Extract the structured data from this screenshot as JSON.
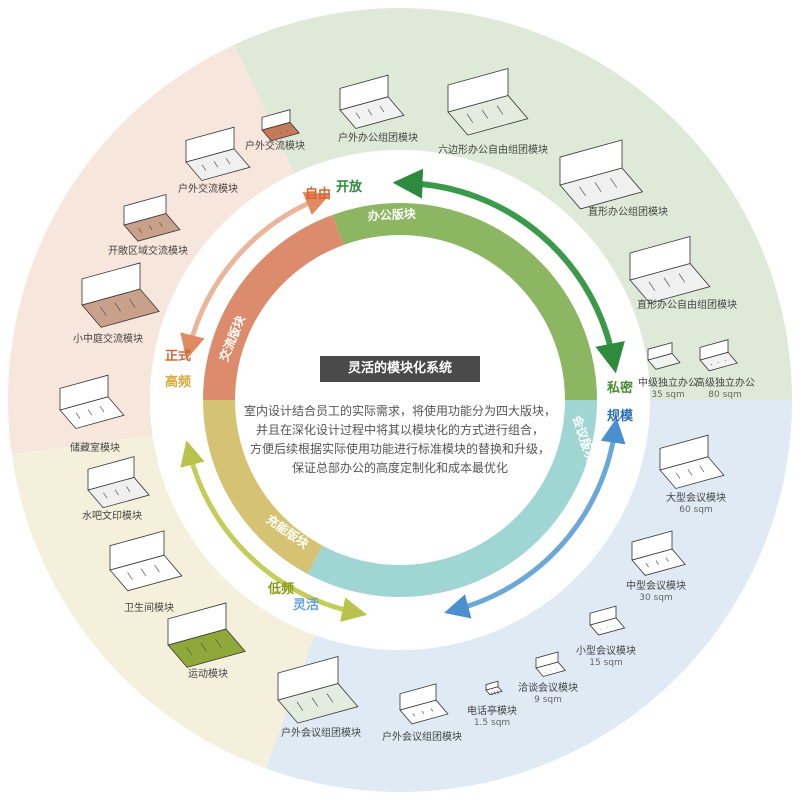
{
  "center": {
    "title": "灵活的模块化系统",
    "lines": [
      "室内设计结合员工的实际需求，将使用功能分为四大版块，",
      "并且在深化设计过程中将其以模块化的方式进行组合，",
      "方便后续根据实际使用功能进行标准模块的替换和升级，",
      "保证总部办公的高度定制化和成本最优化"
    ]
  },
  "sectors": {
    "office": "办公版块",
    "meeting": "会议版块",
    "support": "充能版块",
    "exchange": "交流版块"
  },
  "axes": {
    "open": "开放",
    "free": "自由",
    "private": "私密",
    "scale": "规模",
    "low": "低频",
    "flexible": "灵活",
    "formal": "正式",
    "high": "高频"
  },
  "modules": {
    "office": [
      {
        "label": "户外办公组团模块"
      },
      {
        "label": "六边形办公自由组团模块"
      },
      {
        "label": "直形办公组团模块"
      },
      {
        "label": "直形办公自由组团模块"
      },
      {
        "label": "中级独立办公",
        "area": "35 sqm"
      },
      {
        "label": "高级独立办公",
        "area": "80 sqm"
      }
    ],
    "meeting": [
      {
        "label": "大型会议模块",
        "area": "60 sqm"
      },
      {
        "label": "中型会议模块",
        "area": "30 sqm"
      },
      {
        "label": "小型会议模块",
        "area": "15 sqm"
      },
      {
        "label": "洽谈会议模块",
        "area": "9 sqm"
      },
      {
        "label": "电话亭模块",
        "area": "1.5 sqm"
      },
      {
        "label": "户外会议组团模块"
      },
      {
        "label": "户外会议组团模块"
      }
    ],
    "support": [
      {
        "label": "储藏室模块"
      },
      {
        "label": "水吧文印模块"
      },
      {
        "label": "卫生间模块"
      },
      {
        "label": "运动模块"
      }
    ],
    "exchange": [
      {
        "label": "户外交流模块"
      },
      {
        "label": "户外交流模块"
      },
      {
        "label": "开敞区域交流模块"
      },
      {
        "label": "小中庭交流模块"
      }
    ]
  },
  "colors": {
    "office": "#8cb661",
    "meeting": "#9fd6d3",
    "support": "#d6c273",
    "exchange": "#dc8c6c",
    "open": "#2e8a3c",
    "free": "#d8652e",
    "private": "#4a8a2e",
    "scale": "#2a6fb5",
    "low": "#8a9a1a",
    "flexible": "#5ea3d8",
    "formal": "#d8652e",
    "high": "#d6a93a"
  }
}
